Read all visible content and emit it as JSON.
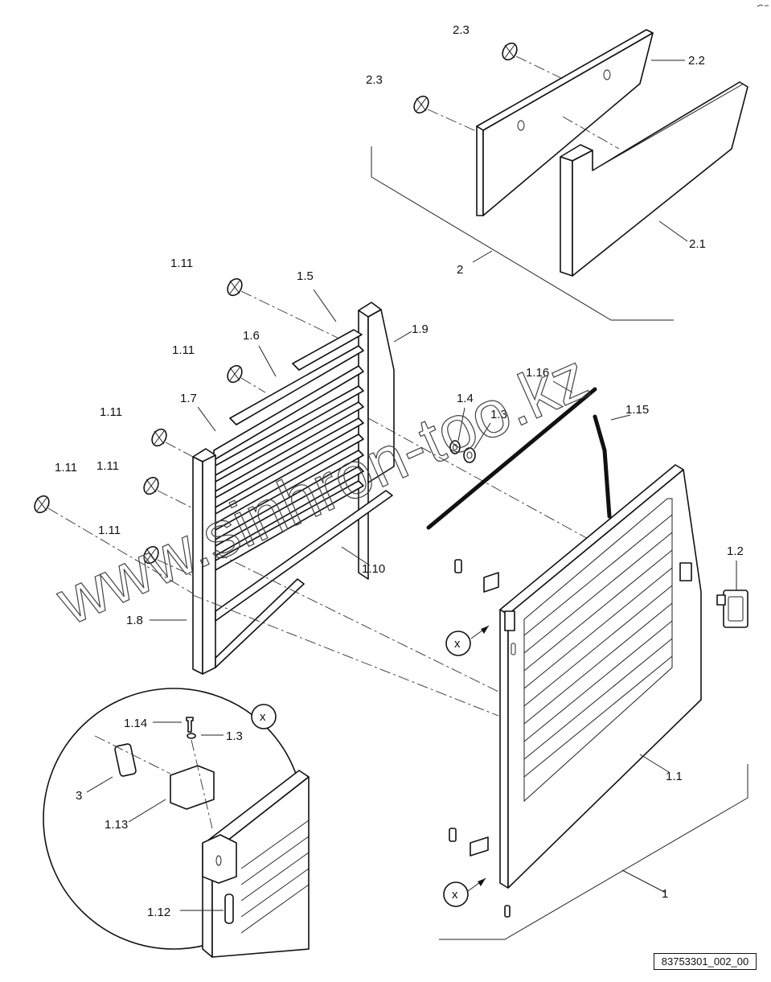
{
  "labels": {
    "l_2_3_a": "2.3",
    "l_2_3_b": "2.3",
    "l_2_2": "2.2",
    "l_2_1": "2.1",
    "l_2": "2",
    "l_1_11_a": "1.11",
    "l_1_11_b": "1.11",
    "l_1_11_c": "1.11",
    "l_1_11_d": "1.11",
    "l_1_11_e": "1.11",
    "l_1_11_f": "1.11",
    "l_1_5": "1.5",
    "l_1_6": "1.6",
    "l_1_7": "1.7",
    "l_1_8": "1.8",
    "l_1_9": "1.9",
    "l_1_10": "1.10",
    "l_1_16": "1.16",
    "l_1_4": "1.4",
    "l_1_3_a": "1.3",
    "l_1_15": "1.15",
    "l_1_2": "1.2",
    "l_1_1": "1.1",
    "l_1": "1",
    "l_1_14": "1.14",
    "l_1_3_b": "1.3",
    "l_3": "3",
    "l_1_13": "1.13",
    "l_1_12": "1.12",
    "x_detail": "x",
    "x_upper": "x",
    "x_lower": "x"
  },
  "watermark": "www.sinhron-too.kz",
  "drawing_id": "83753301_002_00"
}
